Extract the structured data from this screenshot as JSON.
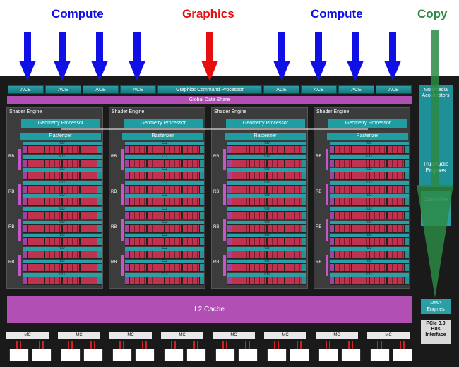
{
  "top_labels": {
    "compute_left": "Compute",
    "graphics": "Graphics",
    "compute_right": "Compute",
    "copy": "Copy"
  },
  "colors": {
    "compute": "#1010e6",
    "graphics": "#e60e0e",
    "copy": "#2c8a44"
  },
  "ace_label": "ACE",
  "gcp_label": "Graphics Command Processor",
  "gds_label": "Global Data Share",
  "shader_engines": [
    {
      "title": "Shader Engine",
      "geometry": "Geometry Processor",
      "rasterizer": "Rasterizer"
    },
    {
      "title": "Shader Engine",
      "geometry": "Geometry Processor",
      "rasterizer": "Rasterizer"
    },
    {
      "title": "Shader Engine",
      "geometry": "Geometry Processor",
      "rasterizer": "Rasterizer"
    },
    {
      "title": "Shader Engine",
      "geometry": "Geometry Processor",
      "rasterizer": "Rasterizer"
    }
  ],
  "cu_label": "CU",
  "rb_label": "RB",
  "l2_label": "L2 Cache",
  "multimedia_label": "Multimedia Accelerators",
  "trueaudio_label": "TrueAudio Engines",
  "xfire_label": "CrossFire",
  "dma_label": "DMA Engines",
  "pcie_label": "PCIe 3.0 Bus Interface",
  "mc_label": "MC"
}
